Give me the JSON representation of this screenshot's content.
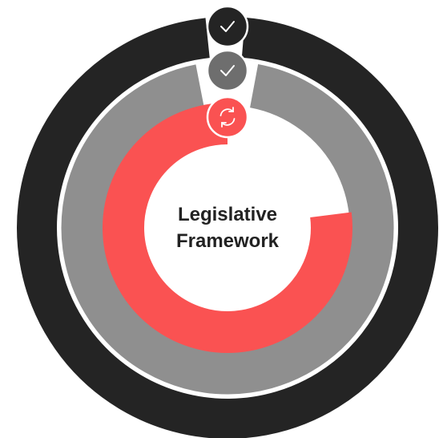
{
  "diagram": {
    "title_line1": "Legislative",
    "title_line2": "Framework",
    "colors": {
      "outer_ring": "#242424",
      "middle_ring": "#8f8f8f",
      "inner_ring": "#fa5252",
      "background": "#ffffff",
      "title_text": "#222222"
    },
    "rings": [
      {
        "name": "outer",
        "progress": 0.97,
        "status_icon": "check-icon"
      },
      {
        "name": "middle",
        "progress": 0.94,
        "status_icon": "check-icon"
      },
      {
        "name": "inner",
        "progress": 0.77,
        "status_icon": "refresh-icon"
      }
    ]
  }
}
